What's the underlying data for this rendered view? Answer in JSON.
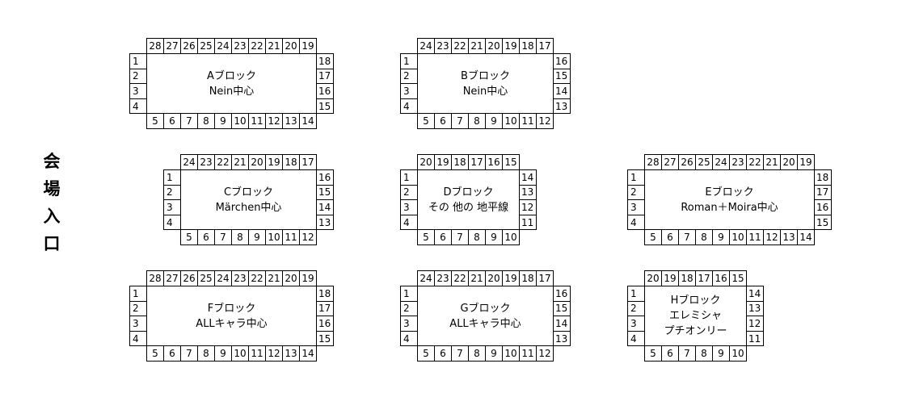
{
  "entrance": {
    "chars": [
      "会",
      "場",
      "入",
      "口"
    ]
  },
  "blocks": [
    {
      "id": "a",
      "name": "Aブロック",
      "lines": [
        "Nein中心"
      ],
      "top": [
        "28",
        "27",
        "26",
        "25",
        "24",
        "23",
        "22",
        "21",
        "20",
        "19"
      ],
      "bottom": [
        "5",
        "6",
        "7",
        "8",
        "9",
        "10",
        "11",
        "12",
        "13",
        "14"
      ],
      "left": [
        "1",
        "2",
        "3",
        "4"
      ],
      "right": [
        "18",
        "17",
        "16",
        "15"
      ]
    },
    {
      "id": "b",
      "name": "Bブロック",
      "lines": [
        "Nein中心"
      ],
      "top": [
        "24",
        "23",
        "22",
        "21",
        "20",
        "19",
        "18",
        "17"
      ],
      "bottom": [
        "5",
        "6",
        "7",
        "8",
        "9",
        "10",
        "11",
        "12"
      ],
      "left": [
        "1",
        "2",
        "3",
        "4"
      ],
      "right": [
        "16",
        "15",
        "14",
        "13"
      ]
    },
    {
      "id": "c",
      "name": "Cブロック",
      "lines": [
        "Märchen中心"
      ],
      "top": [
        "24",
        "23",
        "22",
        "21",
        "20",
        "19",
        "18",
        "17"
      ],
      "bottom": [
        "5",
        "6",
        "7",
        "8",
        "9",
        "10",
        "11",
        "12"
      ],
      "left": [
        "1",
        "2",
        "3",
        "4"
      ],
      "right": [
        "16",
        "15",
        "14",
        "13"
      ]
    },
    {
      "id": "d",
      "name": "Dブロック",
      "lines": [
        "その 他の 地平線"
      ],
      "top": [
        "20",
        "19",
        "18",
        "17",
        "16",
        "15"
      ],
      "bottom": [
        "5",
        "6",
        "7",
        "8",
        "9",
        "10"
      ],
      "left": [
        "1",
        "2",
        "3",
        "4"
      ],
      "right": [
        "14",
        "13",
        "12",
        "11"
      ]
    },
    {
      "id": "e",
      "name": "Eブロック",
      "lines": [
        "Roman＋Moira中心"
      ],
      "top": [
        "28",
        "27",
        "26",
        "25",
        "24",
        "23",
        "22",
        "21",
        "20",
        "19"
      ],
      "bottom": [
        "5",
        "6",
        "7",
        "8",
        "9",
        "10",
        "11",
        "12",
        "13",
        "14"
      ],
      "left": [
        "1",
        "2",
        "3",
        "4"
      ],
      "right": [
        "18",
        "17",
        "16",
        "15"
      ]
    },
    {
      "id": "f",
      "name": "Fブロック",
      "lines": [
        "ALLキャラ中心"
      ],
      "top": [
        "28",
        "27",
        "26",
        "25",
        "24",
        "23",
        "22",
        "21",
        "20",
        "19"
      ],
      "bottom": [
        "5",
        "6",
        "7",
        "8",
        "9",
        "10",
        "11",
        "12",
        "13",
        "14"
      ],
      "left": [
        "1",
        "2",
        "3",
        "4"
      ],
      "right": [
        "18",
        "17",
        "16",
        "15"
      ]
    },
    {
      "id": "g",
      "name": "Gブロック",
      "lines": [
        "ALLキャラ中心"
      ],
      "top": [
        "24",
        "23",
        "22",
        "21",
        "20",
        "19",
        "18",
        "17"
      ],
      "bottom": [
        "5",
        "6",
        "7",
        "8",
        "9",
        "10",
        "11",
        "12"
      ],
      "left": [
        "1",
        "2",
        "3",
        "4"
      ],
      "right": [
        "16",
        "15",
        "14",
        "13"
      ]
    },
    {
      "id": "h",
      "name": "Hブロック",
      "lines": [
        "エレミシャ",
        "プチオンリー"
      ],
      "top": [
        "20",
        "19",
        "18",
        "17",
        "16",
        "15"
      ],
      "bottom": [
        "5",
        "6",
        "7",
        "8",
        "9",
        "10"
      ],
      "left": [
        "1",
        "2",
        "3",
        "4"
      ],
      "right": [
        "14",
        "13",
        "12",
        "11"
      ]
    }
  ]
}
